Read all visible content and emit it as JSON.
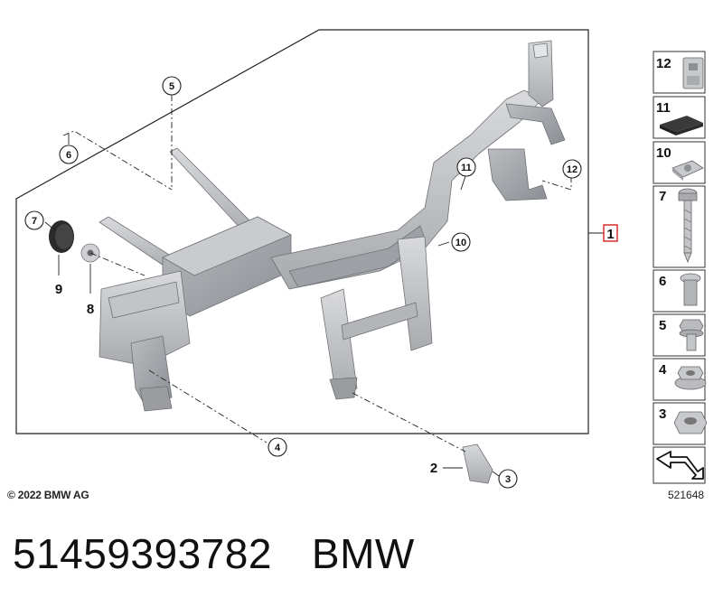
{
  "diagram": {
    "callouts": [
      {
        "id": "c5",
        "label": "5"
      },
      {
        "id": "c6",
        "label": "6"
      },
      {
        "id": "c7",
        "label": "7"
      },
      {
        "id": "c11",
        "label": "11"
      },
      {
        "id": "c12",
        "label": "12"
      },
      {
        "id": "c10",
        "label": "10"
      },
      {
        "id": "c4",
        "label": "4"
      },
      {
        "id": "c3",
        "label": "3"
      }
    ],
    "plain_labels": [
      {
        "id": "p9",
        "label": "9"
      },
      {
        "id": "p8",
        "label": "8"
      },
      {
        "id": "p2",
        "label": "2"
      }
    ],
    "main_part_label": "1",
    "parts_list": [
      {
        "label": "12",
        "icon": "clip-nut-icon"
      },
      {
        "label": "11",
        "icon": "foam-pad-icon"
      },
      {
        "label": "10",
        "icon": "speed-nut-icon"
      },
      {
        "label": "7",
        "icon": "long-screw-icon"
      },
      {
        "label": "6",
        "icon": "rivet-icon"
      },
      {
        "label": "5",
        "icon": "hex-bolt-icon"
      },
      {
        "label": "4",
        "icon": "flange-nut-icon"
      },
      {
        "label": "3",
        "icon": "hex-nut-icon"
      }
    ],
    "accent_color": "#d62020",
    "copyright": "© 2022 BMW AG",
    "diagram_id": "521648"
  },
  "footer": {
    "part_number": "51459393782",
    "brand": "BMW"
  }
}
